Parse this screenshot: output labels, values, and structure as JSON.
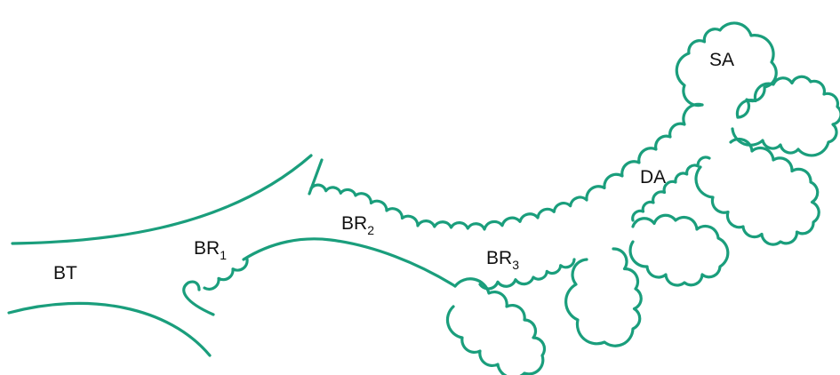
{
  "colors": {
    "stroke": "#1a9e7c",
    "text": "#111111"
  },
  "labels": {
    "bt": "BT",
    "br1": {
      "base": "BR",
      "sub": "1"
    },
    "br2": {
      "base": "BR",
      "sub": "2"
    },
    "br3": {
      "base": "BR",
      "sub": "3"
    },
    "da": "DA",
    "sa": "SA"
  }
}
